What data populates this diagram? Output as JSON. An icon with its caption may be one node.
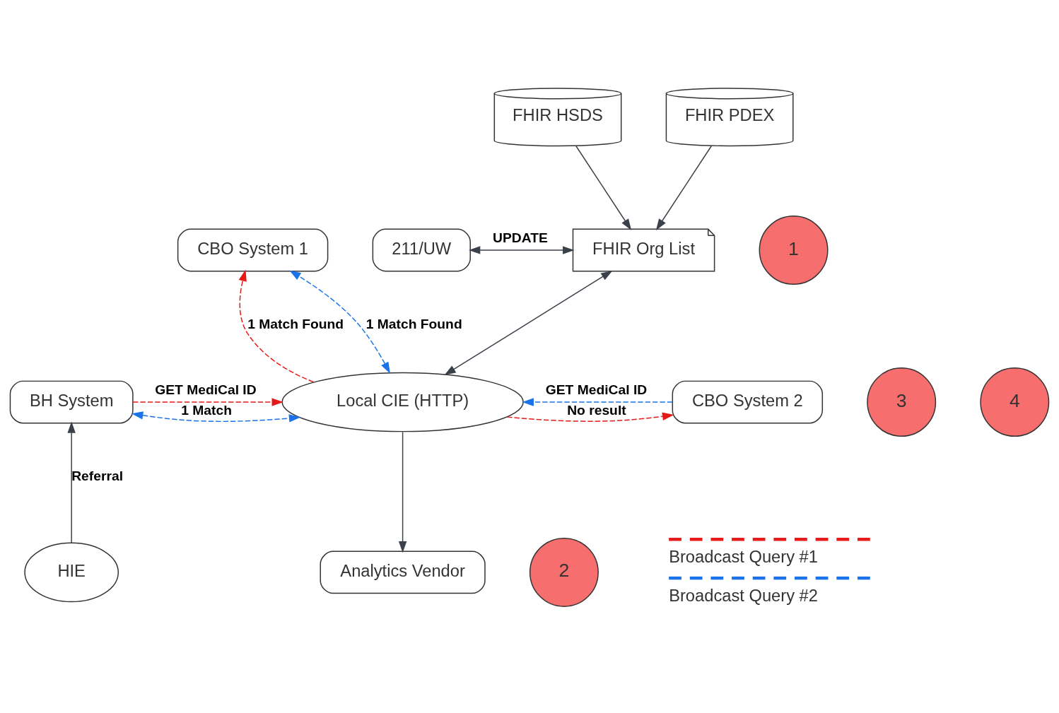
{
  "diagram": {
    "nodes": [
      {
        "text": [
          "FHIR HSDS"
        ]
      },
      {
        "text": [
          "FHIR PDEX"
        ]
      },
      {
        "text": [
          "1"
        ]
      },
      {
        "text": [
          "211/UW"
        ]
      },
      {
        "text": [
          "FHIR Org List"
        ]
      },
      {
        "text": [
          "CBO System 1"
        ]
      },
      {
        "text": [
          "4"
        ]
      },
      {
        "text": [
          "CBO System 2"
        ]
      },
      {
        "text": [
          "3"
        ]
      },
      {
        "text": [
          "BH System"
        ]
      },
      {
        "text": [
          "Local CIE (HTTP)"
        ]
      },
      {
        "text": [
          "Analytics Vendor"
        ]
      },
      {
        "text": [
          "2"
        ]
      },
      {
        "text": [
          "HIE"
        ]
      }
    ],
    "edges": [
      {
        "from": 0,
        "to": 4,
        "arrow": "to"
      },
      {
        "from": 1,
        "to": 4,
        "arrow": "to"
      },
      {
        "from": 3,
        "to": 4,
        "arrow": "both",
        "label": "UPDATE"
      },
      {
        "from": 4,
        "to": 10,
        "arrow": "both"
      },
      {
        "from": 10,
        "to": 5,
        "arrow": "to",
        "label": "1 Match Found",
        "style": "dashed",
        "color": "#e61919"
      },
      {
        "from": 10,
        "to": 5,
        "arrow": "both",
        "label": "1 Match Found",
        "style": "dashed",
        "color": "#1a73e8"
      },
      {
        "from": 10,
        "to": 7,
        "arrow": "to",
        "label": "No result",
        "style": "dashed",
        "color": "#e61919"
      },
      {
        "from": 7,
        "to": 10,
        "arrow": "to",
        "label": "GET MediCal ID",
        "style": "dashed",
        "color": "#1a73e8"
      },
      {
        "from": 9,
        "to": 10,
        "arrow": "to",
        "label": "GET MediCal ID",
        "style": "dashed",
        "color": "#e61919"
      },
      {
        "from": 9,
        "to": 10,
        "arrow": "both",
        "label": "1 Match",
        "style": "dashed",
        "color": "#1a73e8"
      },
      {
        "from": 10,
        "to": 11,
        "arrow": "to"
      },
      {
        "from": 13,
        "to": 9,
        "arrow": "to",
        "label": "Referral"
      }
    ],
    "legend": [
      {
        "text": "Broadcast Query #1"
      },
      {
        "text": "Broadcast Query #2"
      }
    ]
  }
}
